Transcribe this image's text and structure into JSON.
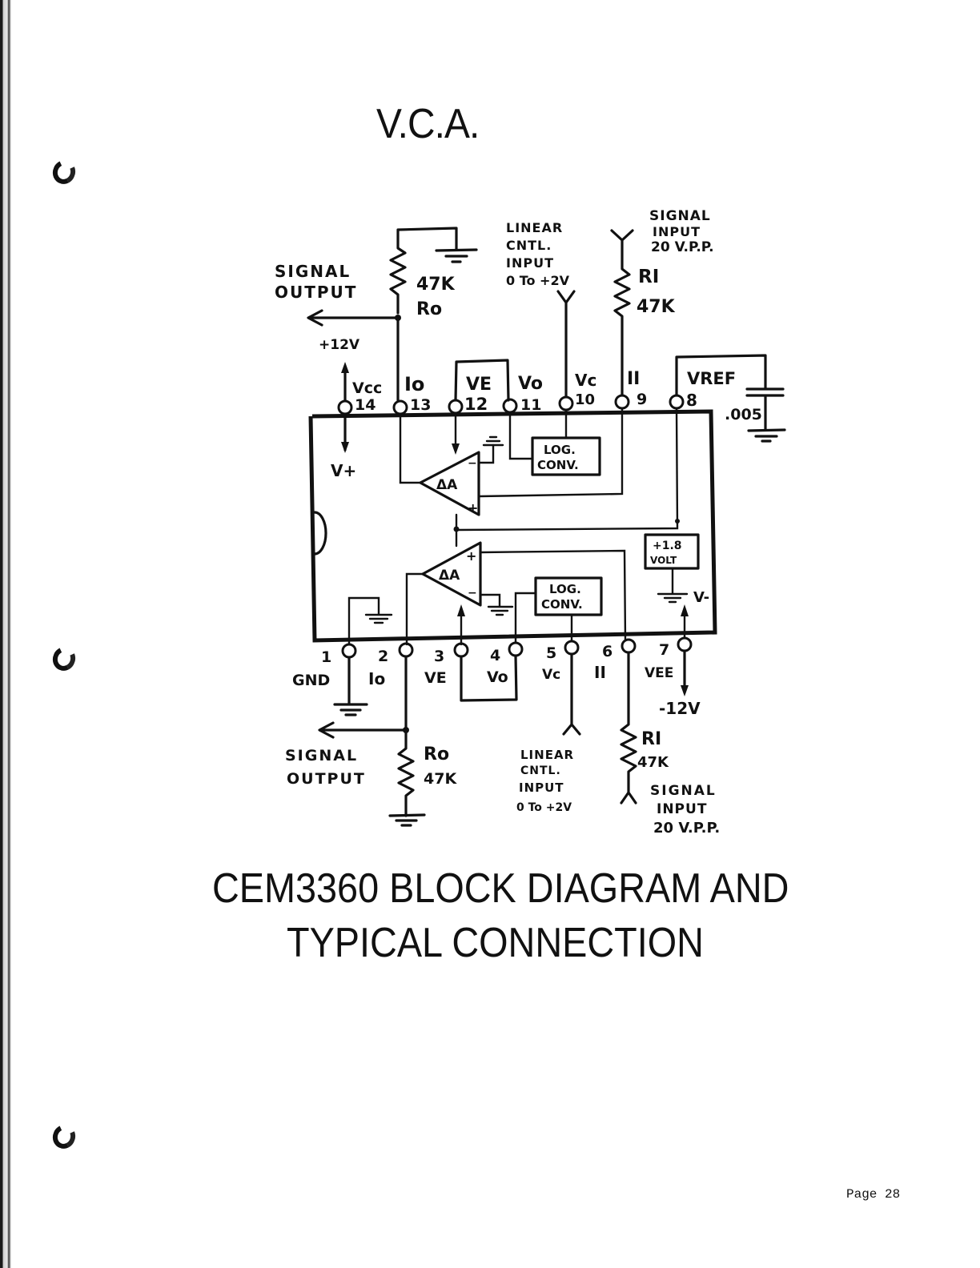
{
  "page": {
    "title": "V.C.A.",
    "caption_line1": "CEM3360  BLOCK  DIAGRAM  AND",
    "caption_line2": "TYPICAL  CONNECTION",
    "page_number": "Page 28"
  },
  "chip": {
    "part": "CEM3360",
    "top_pins": [
      {
        "num": "14",
        "name": "Vcc"
      },
      {
        "num": "13",
        "name": "Io"
      },
      {
        "num": "12",
        "name": "VE"
      },
      {
        "num": "11",
        "name": "Vo"
      },
      {
        "num": "10",
        "name": "Vc"
      },
      {
        "num": "9",
        "name": "II"
      },
      {
        "num": "8",
        "name": "VREF"
      }
    ],
    "bottom_pins": [
      {
        "num": "1",
        "name": "GND"
      },
      {
        "num": "2",
        "name": "Io"
      },
      {
        "num": "3",
        "name": "VE"
      },
      {
        "num": "4",
        "name": "Vo"
      },
      {
        "num": "5",
        "name": "Vc"
      },
      {
        "num": "6",
        "name": "II"
      },
      {
        "num": "7",
        "name": "VEE"
      }
    ],
    "internal": {
      "vplus": "V+",
      "vminus": "V-",
      "amp_label": "ΔA",
      "amp_plus": "+",
      "amp_minus": "−",
      "log_conv_line1": "LOG.",
      "log_conv_line2": "CONV.",
      "ref_line1": "+1.8",
      "ref_line2": "VOLT"
    }
  },
  "external": {
    "top": {
      "output_label_line1": "SIGNAL",
      "output_label_line2": "OUTPUT",
      "ro_value": "47K",
      "ro_name": "Ro",
      "supply": "+12V",
      "linear_line1": "LINEAR",
      "linear_line2": "CNTL.",
      "linear_line3": "INPUT",
      "linear_line4": "0 To +2V",
      "signal_in_line1": "SIGNAL",
      "signal_in_line2": "INPUT",
      "signal_in_line3": "20 V.P.P.",
      "ri_name": "RI",
      "ri_value": "47K",
      "cap_value": ".005"
    },
    "bottom": {
      "output_label_line1": "SIGNAL",
      "output_label_line2": "OUTPUT",
      "ro_name": "Ro",
      "ro_value": "47K",
      "supply": "-12V",
      "linear_line1": "LINEAR",
      "linear_line2": "CNTL.",
      "linear_line3": "INPUT",
      "linear_line4": "0 To +2V",
      "ri_name": "RI",
      "ri_value": "47K",
      "signal_in_line1": "SIGNAL",
      "signal_in_line2": "INPUT",
      "signal_in_line3": "20 V.P.P."
    }
  }
}
